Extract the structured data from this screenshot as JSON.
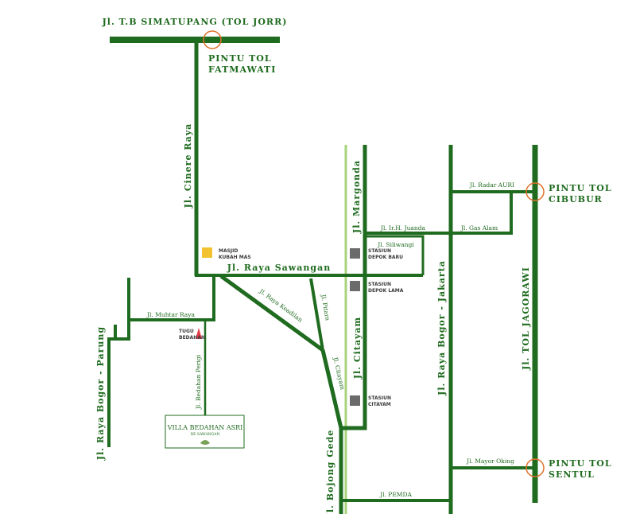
{
  "colors": {
    "road": "#1f6b1f",
    "rail": "#a7d37a",
    "gate_ring": "#e0702a",
    "mosque": "#f2c230",
    "station": "#6b6b6b",
    "monument": "#e63946"
  },
  "roads": {
    "tb_simatupang": "Jl. T.B SIMATUPANG (TOL JORR)",
    "cinere_raya": "Jl. Cinere Raya",
    "raya_sawangan": "Jl. Raya Sawangan",
    "muhtar_raya": "Jl. Muhtar Raya",
    "raya_bogor_parung": "Jl. Raya Bogor - Parung",
    "bedahan_perigi": "Jl. Bedahan Perigi",
    "raya_keadilan": "Jl. Raya Keadilan",
    "pitara": "Jl. Pitara",
    "citayam": "Jl. Citayam",
    "citayam_curve": "Jl. Citayam",
    "bojong_gede": "Jl. Bojong Gede",
    "margonda": "Jl. Margonda",
    "ir_h_juanda": "Jl. Ir.H. Juanda",
    "siliwangi": "Jl. Siliwangi",
    "radar_auri": "Jl. Radar AURI",
    "gas_alam": "Jl. Gas Alam",
    "raya_bogor_jakarta": "Jl. Raya Bogor - Jakarta",
    "tol_jagorawi": "Jl. TOL JAGORAWI",
    "mayor_oking": "Jl. Mayor Oking",
    "pemda": "Jl. PEMDA"
  },
  "gates": {
    "fatmawati": [
      "PINTU TOL",
      "FATMAWATI"
    ],
    "cibubur": [
      "PINTU TOL",
      "CIBUBUR"
    ],
    "sentul": [
      "PINTU TOL",
      "SENTUL"
    ]
  },
  "landmarks": {
    "masjid": [
      "MASJID",
      "KUBAH MAS"
    ],
    "tugu": [
      "TUGU",
      "BEDAHAN"
    ],
    "stasiun_depok_baru": [
      "STASIUN",
      "DEPOK BARU"
    ],
    "stasiun_depok_lama": [
      "STASIUN",
      "DEPOK LAMA"
    ],
    "stasiun_citayam": [
      "STASIUN",
      "CITAYAM"
    ]
  },
  "villa": {
    "name": "VILLA BEDAHAN ASRI",
    "tagline": "DE SAWANGAN"
  }
}
